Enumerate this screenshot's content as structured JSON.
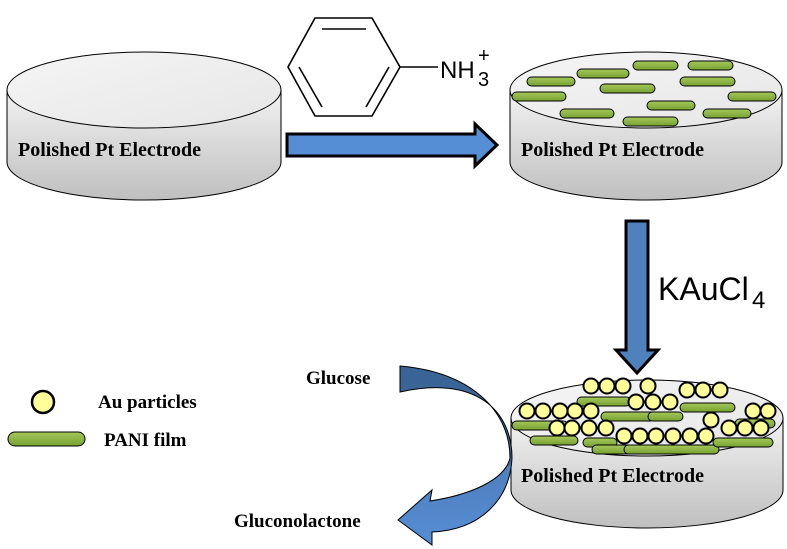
{
  "diagram": {
    "steps": [
      {
        "id": "bare",
        "electrode_label": "Polished Pt Electrode"
      },
      {
        "id": "pani",
        "electrode_label": "Polished Pt Electrode"
      },
      {
        "id": "au_pani",
        "electrode_label": "Polished Pt Electrode"
      }
    ],
    "reagents": {
      "step1": {
        "molecule": "anilinium",
        "text": "NH",
        "subscript": "3",
        "superscript": "+"
      },
      "step2": {
        "text": "KAuCl",
        "subscript": "4"
      }
    },
    "reaction": {
      "substrate": "Glucose",
      "product": "Gluconolactone"
    },
    "legend": [
      {
        "symbol": "au-particle",
        "label": "Au particles"
      },
      {
        "symbol": "pani-film",
        "label": "PANI film"
      }
    ],
    "colors": {
      "arrow_blue": "#558ED5",
      "arrow_dark_blue": "#3F6C9E",
      "au_yellow": "#FFFF99",
      "pani_green": "#8DB43E",
      "electrode_gray": "#E0E0E0"
    }
  }
}
